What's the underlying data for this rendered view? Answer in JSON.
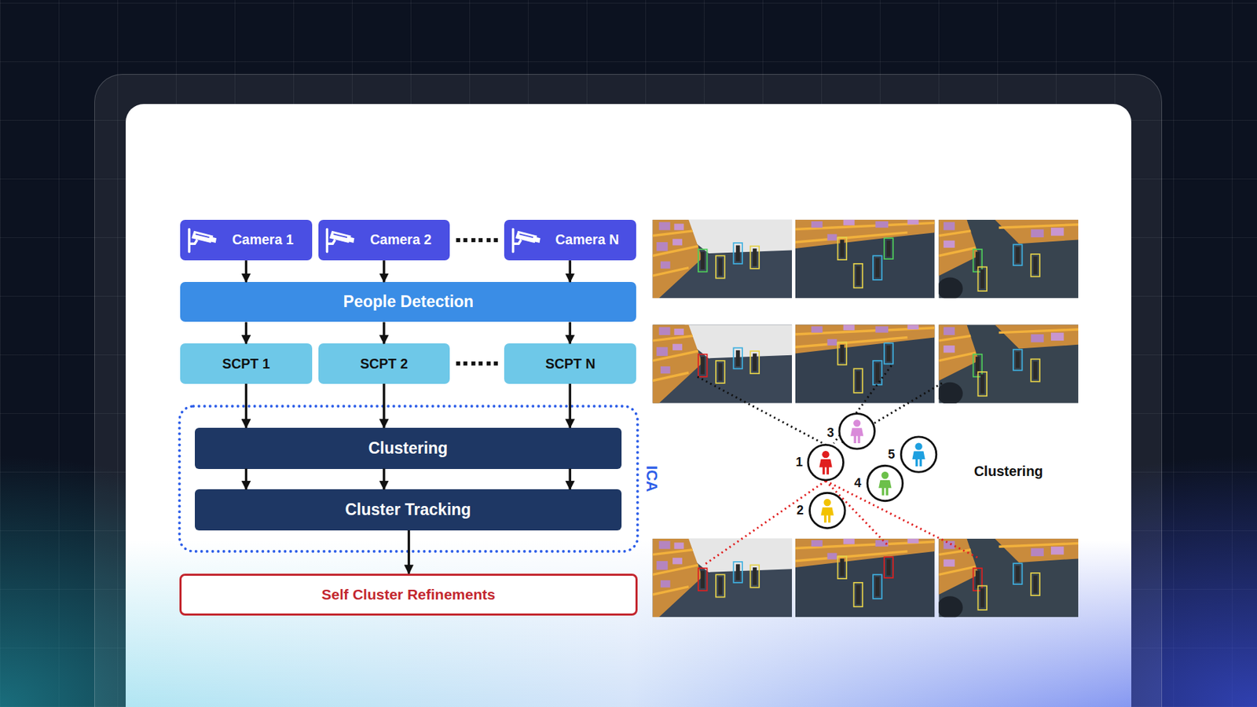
{
  "diagram": {
    "nodes": [
      {
        "text": [
          "Camera 1"
        ]
      },
      {
        "text": [
          "Camera 2"
        ]
      },
      {
        "text": [
          "Camera N"
        ]
      },
      {
        "text": [
          "People Detection"
        ]
      },
      {
        "text": [
          "SCPT 1"
        ]
      },
      {
        "text": [
          "SCPT 2"
        ]
      },
      {
        "text": [
          "SCPT N"
        ]
      },
      {
        "text": [
          "ICA"
        ]
      },
      {
        "text": [
          "Clustering"
        ],
        "in": 7
      },
      {
        "text": [
          "Cluster Tracking"
        ],
        "in": 7
      },
      {
        "text": [
          "Self Cluster Refinements"
        ]
      }
    ],
    "edges": [
      {
        "from": 0,
        "to": 3,
        "arrow": "to"
      },
      {
        "from": 1,
        "to": 3,
        "arrow": "to"
      },
      {
        "from": 2,
        "to": 3,
        "arrow": "to"
      },
      {
        "from": 3,
        "to": 4,
        "arrow": "to"
      },
      {
        "from": 3,
        "to": 5,
        "arrow": "to"
      },
      {
        "from": 3,
        "to": 6,
        "arrow": "to"
      },
      {
        "from": 4,
        "to": 8,
        "arrow": "to"
      },
      {
        "from": 5,
        "to": 8,
        "arrow": "to"
      },
      {
        "from": 6,
        "to": 8,
        "arrow": "to"
      },
      {
        "from": 8,
        "to": 9,
        "arrow": "to"
      },
      {
        "from": 8,
        "to": 9,
        "arrow": "to"
      },
      {
        "from": 8,
        "to": 9,
        "arrow": "to"
      },
      {
        "from": 9,
        "to": 10,
        "arrow": "to"
      }
    ],
    "labels": [
      "3",
      "1",
      "5",
      "4",
      "2",
      "Clustering"
    ]
  }
}
